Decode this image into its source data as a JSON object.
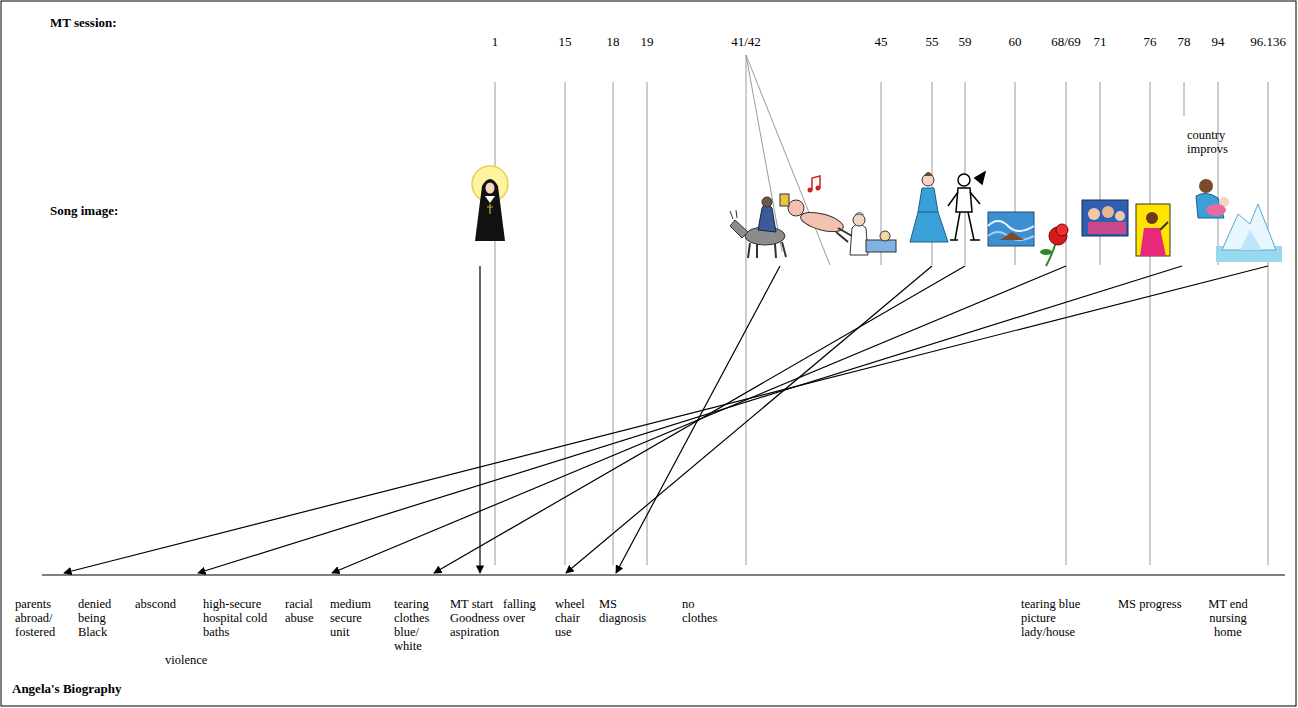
{
  "diagram": {
    "labels": [
      "MT session:",
      "1",
      "15",
      "18",
      "19",
      "41/42",
      "45",
      "55",
      "59",
      "60",
      "68/69",
      "71",
      "76",
      "78",
      "94",
      "96.136",
      "Song image:",
      "country improvs",
      "parents abroad/ fostered",
      "denied being Black",
      "abscond",
      "high-secure hospital cold baths",
      "violence",
      "racial abuse",
      "medium secure unit",
      "tearing clothes blue/ white",
      "MT start Goodness aspiration",
      "falling over",
      "wheel chair use",
      "MS diagnosis",
      "no clothes",
      "tearing blue picture lady/house",
      "MS progress",
      "MT end nursing home",
      "Angela's Biography"
    ]
  }
}
